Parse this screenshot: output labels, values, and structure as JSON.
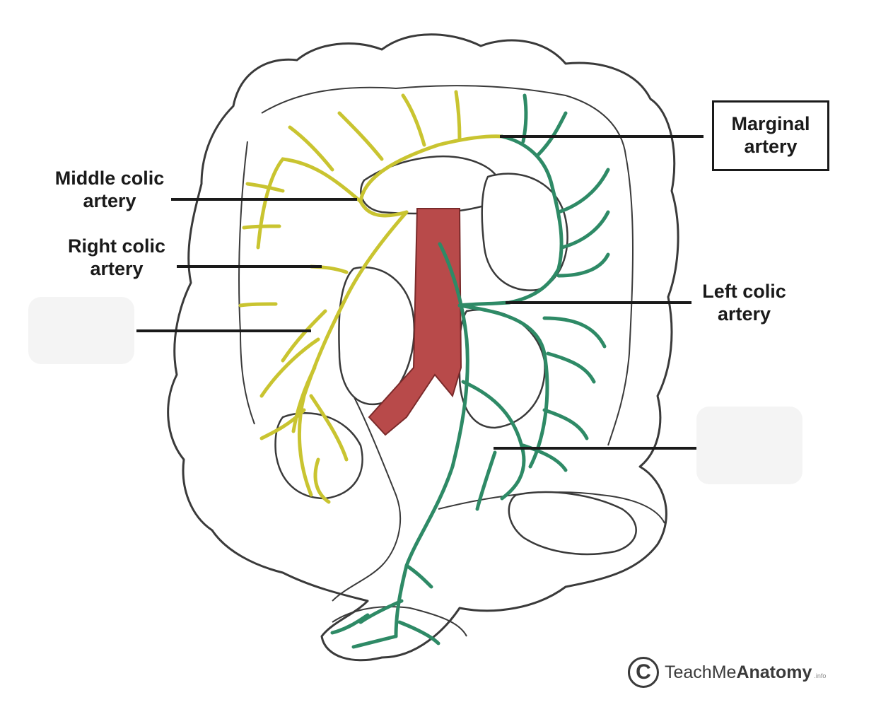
{
  "labels": {
    "marginal_line1": "Marginal",
    "marginal_line2": "artery",
    "middle_line1": "Middle colic",
    "middle_line2": "artery",
    "right_line1": "Right colic",
    "right_line2": "artery",
    "left_line1": "Left colic",
    "left_line2": "artery"
  },
  "watermark": {
    "symbol": "C",
    "brand_regular": "TeachMe",
    "brand_bold": "Anatomy",
    "suffix": ".info"
  },
  "colors": {
    "yellow_artery": "#c9c430",
    "green_artery": "#2e8a66",
    "aorta": "#b84a4a",
    "outline": "#3a3a3a"
  }
}
